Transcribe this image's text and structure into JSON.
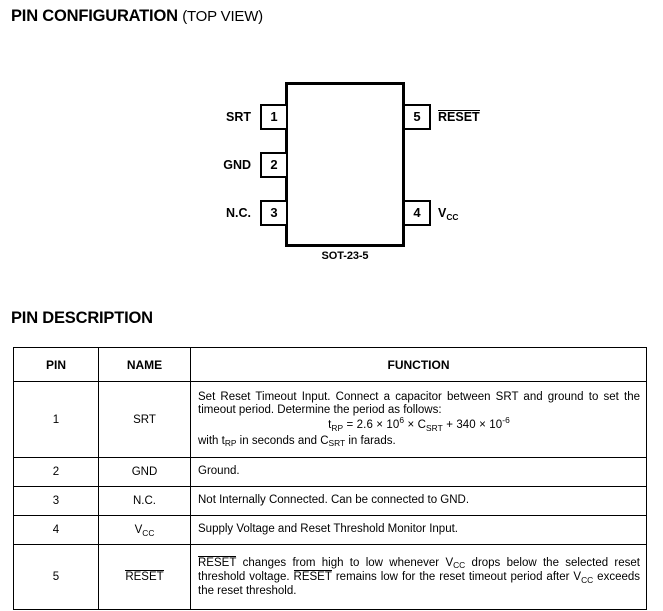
{
  "sections": {
    "pin_configuration": {
      "title": "PIN CONFIGURATION",
      "subtitle": "(TOP VIEW)"
    },
    "pin_description": {
      "title": "PIN DESCRIPTION"
    }
  },
  "package": {
    "name": "SOT-23-5",
    "pins_left": [
      {
        "number": "1",
        "label": "SRT"
      },
      {
        "number": "2",
        "label": "GND"
      },
      {
        "number": "3",
        "label": "N.C."
      }
    ],
    "pins_right": [
      {
        "number": "5",
        "label": "RESET",
        "overline": true
      },
      {
        "number": "4",
        "label": "V",
        "sub": "CC"
      }
    ]
  },
  "table": {
    "headers": {
      "pin": "PIN",
      "name": "NAME",
      "function": "FUNCTION"
    },
    "rows": [
      {
        "pin": "1",
        "name": "SRT",
        "function_line1": "Set Reset Timeout Input. Connect a capacitor between SRT and ground to set the timeout period. Determine the period as follows:",
        "formula": {
          "lhs_base": "t",
          "lhs_sub": "RP",
          "eq": "=",
          "coeff1": "2.6",
          "times1": "×",
          "base1": "10",
          "exp1": "6",
          "times2": "×",
          "cap_base": "C",
          "cap_sub": "SRT",
          "plus": "+",
          "coeff2": "340",
          "times3": "×",
          "base2": "10",
          "exp2": "-6"
        },
        "function_line3_a": "with t",
        "function_line3_a_sub": "RP",
        "function_line3_b": " in seconds and C",
        "function_line3_b_sub": "SRT",
        "function_line3_c": " in farads."
      },
      {
        "pin": "2",
        "name": "GND",
        "function": "Ground."
      },
      {
        "pin": "3",
        "name": "N.C.",
        "function": "Not Internally Connected. Can be connected to GND."
      },
      {
        "pin": "4",
        "name": "V",
        "name_sub": "CC",
        "function": "Supply Voltage and Reset Threshold Monitor Input."
      },
      {
        "pin": "5",
        "name": "RESET",
        "name_overline": true,
        "function_part1": "RESET",
        "function_part2": " changes from high to low whenever V",
        "function_part2_sub": "CC",
        "function_part3": " drops below the selected reset threshold voltage. ",
        "function_part4": "RESET",
        "function_part5": " remains low for the reset timeout period after V",
        "function_part5_sub": "CC",
        "function_part6": " exceeds the reset threshold."
      }
    ]
  },
  "colors": {
    "text": "#000000",
    "background": "#ffffff",
    "border": "#000000"
  }
}
